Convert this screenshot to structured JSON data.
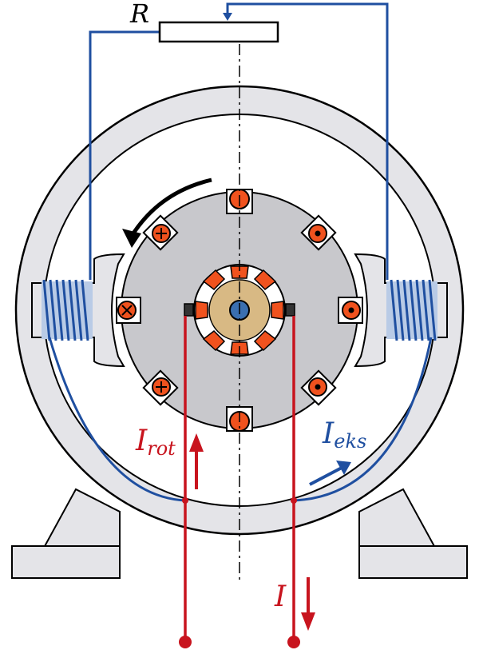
{
  "labels": {
    "resistor": "R",
    "rotor_current": {
      "main": "I",
      "sub": "rot"
    },
    "excitation_current": {
      "main": "I",
      "sub": "eks"
    },
    "line_current": "I"
  },
  "colors": {
    "stator": "#e4e4e8",
    "rotor": "#c8c8cc",
    "copper": "#f0521e",
    "winding": "#1f4fa0",
    "rotor_circuit": "#c8141e",
    "commutator_hub": "#d8b984",
    "shaft": "#3a6fb0",
    "outline": "#000000"
  },
  "icons": {
    "rotation": "curved-arrow-icon",
    "current_out": "dot-in-circle-icon",
    "current_in": "cross-in-circle-icon"
  }
}
